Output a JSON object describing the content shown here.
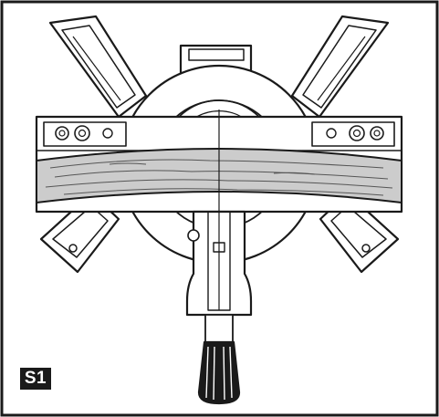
{
  "figure": {
    "step_label": "S1",
    "colors": {
      "line": "#1a1a1a",
      "background": "#ffffff",
      "shade": "#d9d9d9",
      "wood": "#cccccc",
      "wood_grain": "#555555"
    },
    "icons": [
      "miter-saw-top-view",
      "wood-board",
      "handle-knob"
    ]
  }
}
